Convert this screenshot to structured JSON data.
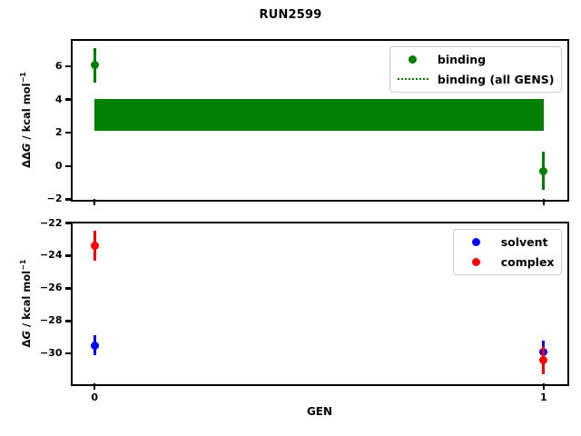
{
  "figure": {
    "title": "RUN2599",
    "background": "#ffffff",
    "text_color": "#000000"
  },
  "chart_data": [
    {
      "type": "scatter",
      "panel": "binding-ddg",
      "title": "",
      "xlabel": "",
      "ylabel": "ΔΔG / kcal mol−1",
      "ylabel_parts": {
        "delta": "ΔΔ",
        "g": "G",
        "unit": " / kcal mol",
        "sup": "−1"
      },
      "xlim": [
        -0.05,
        1.05
      ],
      "ylim": [
        -1.95,
        7.55
      ],
      "grid": false,
      "xticks": [
        0,
        1
      ],
      "xticklabels": [],
      "yticks": [
        6,
        4,
        2,
        0,
        -2
      ],
      "yticklabels": [
        "6",
        "4",
        "2",
        "0",
        "−2"
      ],
      "series": [
        {
          "name": "binding",
          "color": "#008000",
          "marker": "dot",
          "points": [
            {
              "x": 0,
              "y": 6.05,
              "yerr": 1.05
            },
            {
              "x": 1,
              "y": -0.3,
              "yerr": 1.15
            }
          ]
        }
      ],
      "band": {
        "name": "binding (all GENS)",
        "color": "#008000",
        "x0": 0,
        "x1": 1,
        "ylow": 2.1,
        "yhigh": 4.05
      },
      "legend": {
        "position": "upper-right",
        "items": [
          {
            "label": "binding",
            "marker": "dot",
            "color": "#008000"
          },
          {
            "label": "binding (all GENS)",
            "marker": "dotted-line",
            "color": "#008000"
          }
        ]
      }
    },
    {
      "type": "scatter",
      "panel": "absolute-dg",
      "title": "",
      "xlabel": "GEN",
      "ylabel": "ΔG / kcal mol−1",
      "ylabel_parts": {
        "delta": "Δ",
        "g": "G",
        "unit": " / kcal mol",
        "sup": "−1"
      },
      "xlim": [
        -0.05,
        1.05
      ],
      "ylim": [
        -31.8,
        -22.0
      ],
      "grid": false,
      "xticks": [
        0,
        1
      ],
      "xticklabels": [
        "0",
        "1"
      ],
      "yticks": [
        -22,
        -24,
        -26,
        -28,
        -30
      ],
      "yticklabels": [
        "−22",
        "−24",
        "−26",
        "−28",
        "−30"
      ],
      "series": [
        {
          "name": "solvent",
          "color": "#0000ff",
          "marker": "dot",
          "points": [
            {
              "x": 0,
              "y": -29.5,
              "yerr": 0.6
            },
            {
              "x": 1,
              "y": -29.9,
              "yerr": 0.7
            }
          ]
        },
        {
          "name": "complex",
          "color": "#ff0000",
          "marker": "dot",
          "points": [
            {
              "x": 0,
              "y": -23.4,
              "yerr": 0.9
            },
            {
              "x": 1,
              "y": -30.4,
              "yerr": 0.85
            }
          ]
        }
      ],
      "legend": {
        "position": "upper-right",
        "items": [
          {
            "label": "solvent",
            "marker": "dot",
            "color": "#0000ff"
          },
          {
            "label": "complex",
            "marker": "dot",
            "color": "#ff0000"
          }
        ]
      }
    }
  ]
}
